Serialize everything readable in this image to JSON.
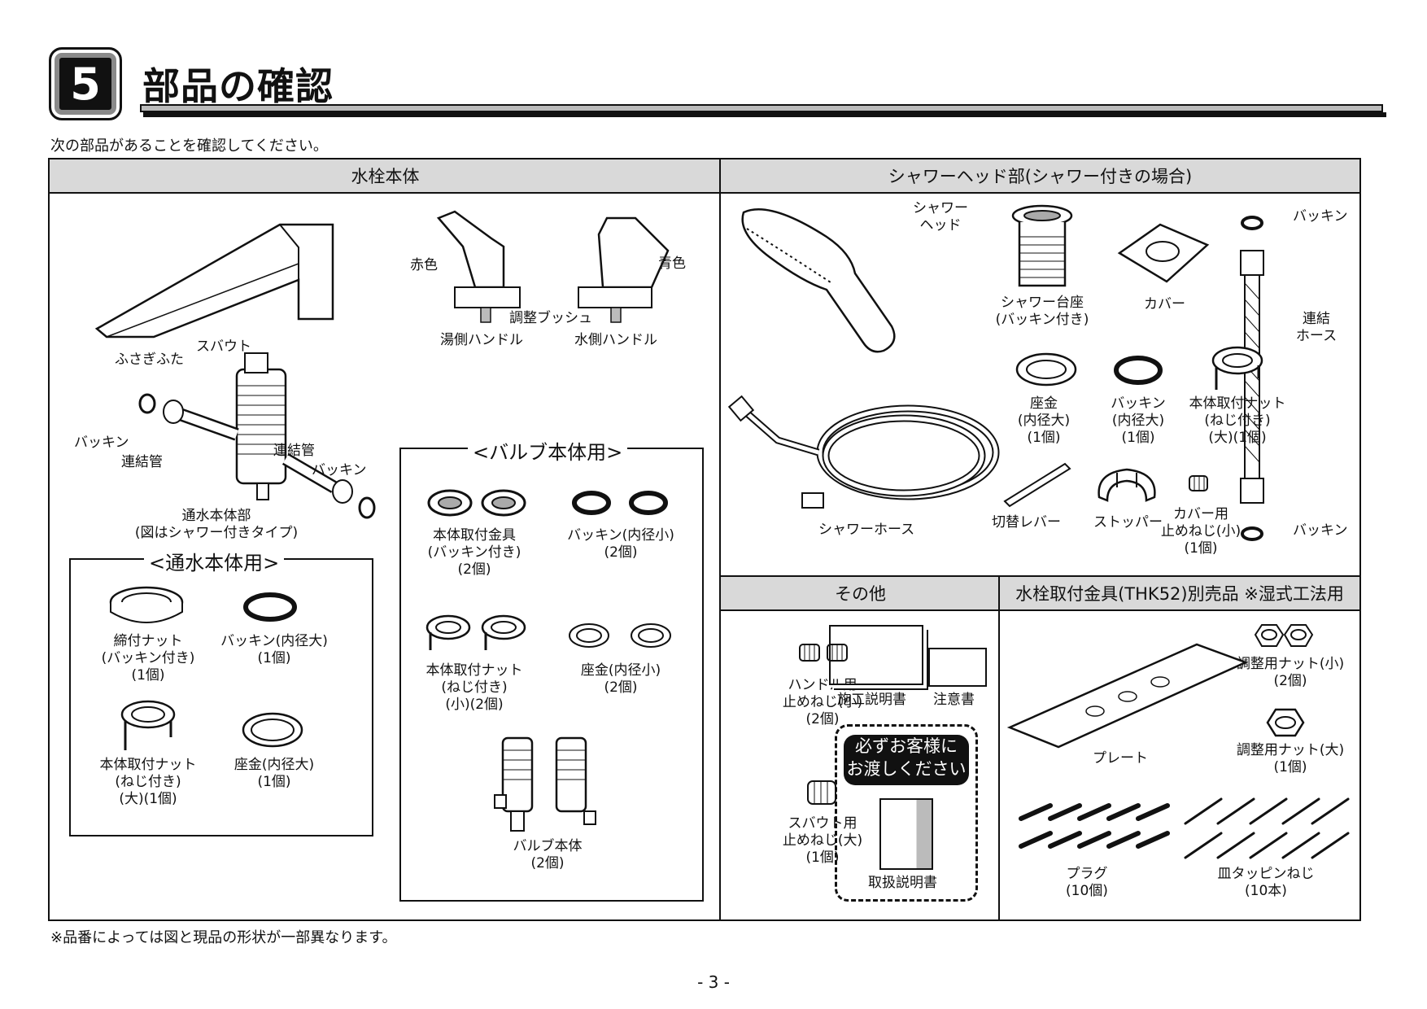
{
  "section": {
    "number": "5",
    "title": "部品の確認"
  },
  "intro": "次の部品があることを確認してください。",
  "panels": {
    "faucet": {
      "header": "水栓本体",
      "spout": "スバウト",
      "hot_handle": "湯側ハンドル",
      "cold_handle": "水側ハンドル",
      "red": "赤色",
      "blue": "青色",
      "push": "調整ブッシュ",
      "cap": "ふさぎふた",
      "packing_l": "バッキン",
      "pipe_l": "連結管",
      "pipe_r": "連結管",
      "packing_r": "バッキン",
      "body_l1": "通水本体部",
      "body_l2": "(図はシャワー付きタイプ)"
    },
    "waterbody": {
      "title": "<通水本体用>",
      "items": [
        {
          "l1": "締付ナット",
          "l2": "(バッキン付き)",
          "l3": "(1個)"
        },
        {
          "l1": "バッキン(内径大)",
          "l2": "(1個)"
        },
        {
          "l1": "本体取付ナット",
          "l2": "(ねじ付き)",
          "l3": "(大)(1個)"
        },
        {
          "l1": "座金(内径大)",
          "l2": "(1個)"
        }
      ]
    },
    "valve": {
      "title": "<バルブ本体用>",
      "items": [
        {
          "l1": "本体取付金具",
          "l2": "(バッキン付き)",
          "l3": "(2個)"
        },
        {
          "l1": "バッキン(内径小)",
          "l2": "(2個)"
        },
        {
          "l1": "本体取付ナット",
          "l2": "(ねじ付き)",
          "l3": "(小)(2個)"
        },
        {
          "l1": "座金(内径小)",
          "l2": "(2個)"
        },
        {
          "l1": "バルブ本体",
          "l2": "(2個)"
        }
      ]
    },
    "shower": {
      "header": "シャワーヘッド部(シャワー付きの場合)",
      "head_l1": "シャワー",
      "head_l2": "ヘッド",
      "base_l1": "シャワー台座",
      "base_l2": "(バッキン付き)",
      "cover": "カバー",
      "packing_top": "バッキン",
      "hose_l1": "連結",
      "hose_l2": "ホース",
      "washer": {
        "l1": "座金",
        "l2": "(内径大)",
        "l3": "(1個)"
      },
      "packing": {
        "l1": "バッキン",
        "l2": "(内径大)",
        "l3": "(1個)"
      },
      "nut": {
        "l1": "本体取付ナット",
        "l2": "(ねじ付き)",
        "l3": "(大)(1個)"
      },
      "shower_hose": "シャワーホース",
      "lever": "切替レバー",
      "stopper": "ストッパー",
      "cover_screw": {
        "l1": "カバー用",
        "l2": "止めねじ(小)",
        "l3": "(1個)"
      },
      "packing_bottom": "バッキン"
    },
    "other": {
      "header": "その他",
      "handle_screw": {
        "l1": "ハンドル用",
        "l2": "止めねじ(小)",
        "l3": "(2個)"
      },
      "spout_screw": {
        "l1": "スバウト用",
        "l2": "止めねじ(大)",
        "l3": "(1個)"
      },
      "install_manual": "施工説明書",
      "caution": "注意書",
      "notice_l1": "必ずお客様に",
      "notice_l2": "お渡しください",
      "user_manual": "取扱説明書"
    },
    "bracket": {
      "header": "水栓取付金具(THK52)別売品 ※湿式工法用",
      "nut_small": {
        "l1": "調整用ナット(小)",
        "l2": "(2個)"
      },
      "plate": "プレート",
      "nut_large": {
        "l1": "調整用ナット(大)",
        "l2": "(1個)"
      },
      "plug": {
        "l1": "プラグ",
        "l2": "(10個)"
      },
      "screw": {
        "l1": "皿タッピンねじ",
        "l2": "(10本)"
      }
    }
  },
  "footnote": "※品番によっては図と現品の形状が一部異なります。",
  "page": "- 3 -"
}
